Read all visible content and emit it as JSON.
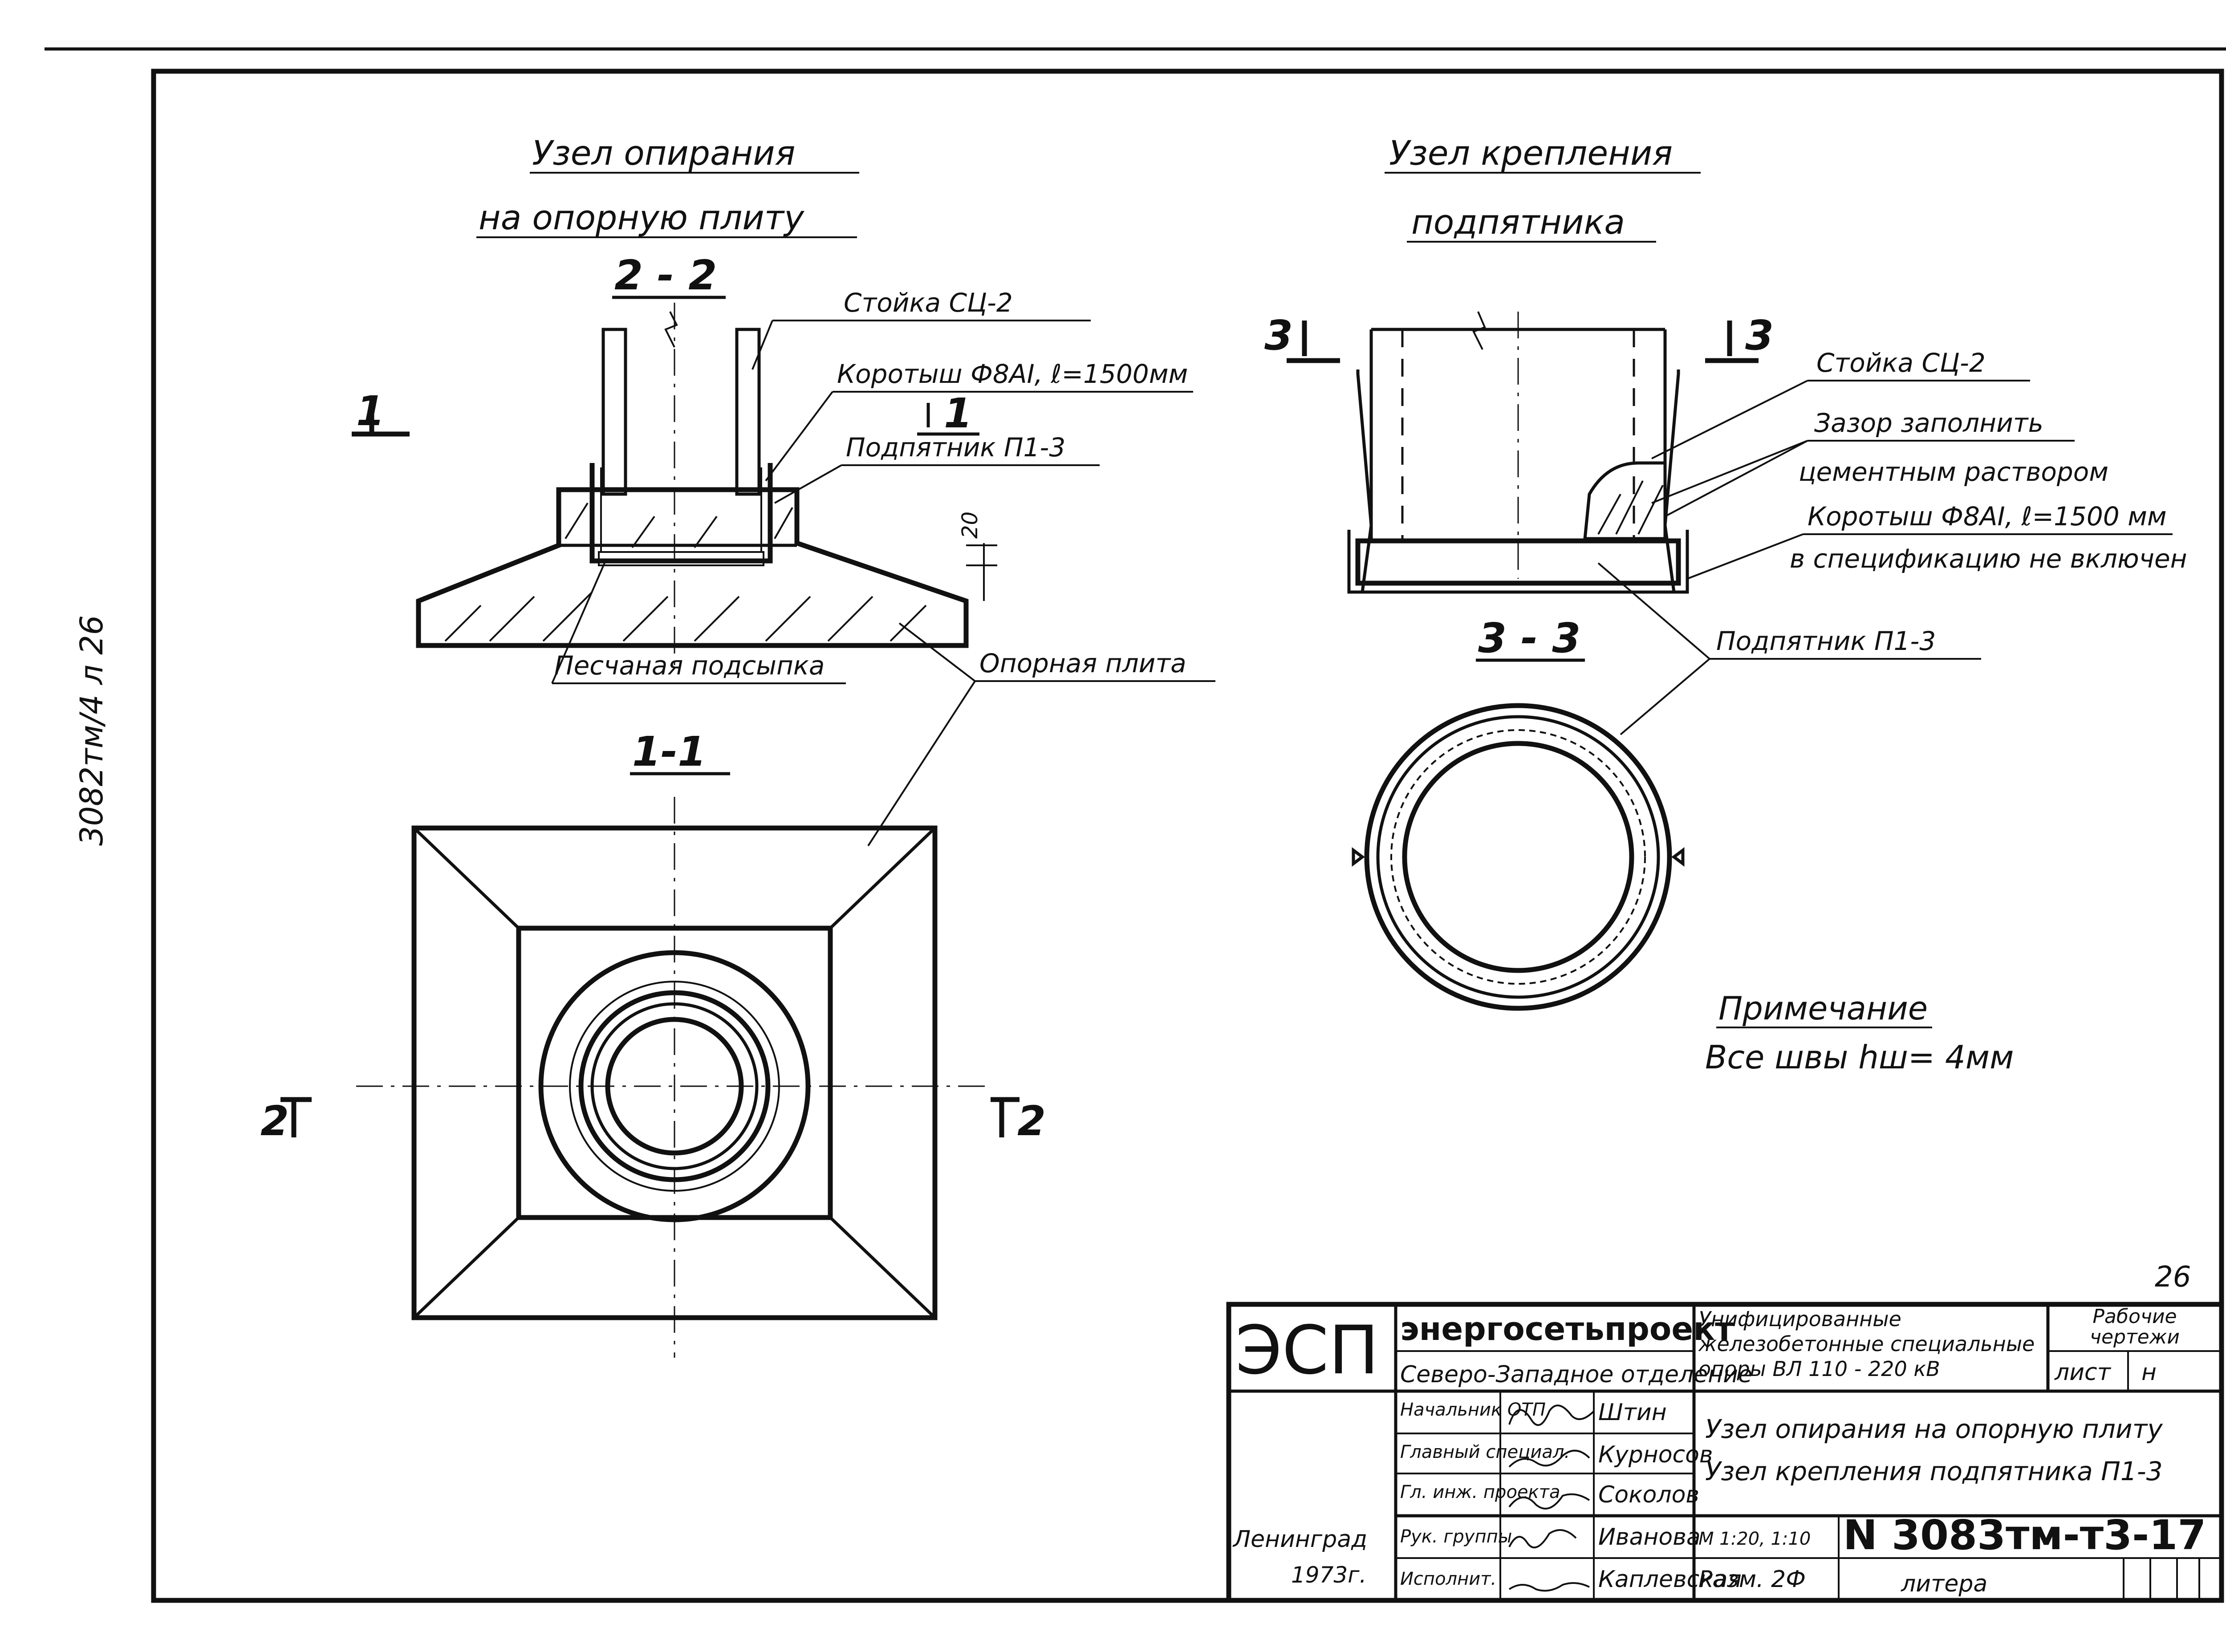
{
  "margin_note": "3082тм/4 л 26",
  "left_view": {
    "title_line1": "Узел опирания",
    "title_line2": "на опорную плиту",
    "section_label": "2 - 2",
    "callouts": {
      "stoyka": "Стойка СЦ-2",
      "korotysh": "Коротыш Ф8AI, ℓ=1500мм",
      "podpyatnik": "Подпятник П1-3",
      "pesok": "Песчаная подсыпка",
      "plita": "Опорная плита"
    },
    "cut_marker_left": "1",
    "cut_marker_center": "1",
    "dimension": "20",
    "plan_label": "1-1",
    "plan_cut_left": "2",
    "plan_cut_right": "2"
  },
  "right_view": {
    "title_line1": "Узел крепления",
    "title_line2": "подпятника",
    "cut_left": "3",
    "cut_right": "3",
    "callouts": {
      "stoyka": "Стойка СЦ-2",
      "zazor_line1": "Зазор заполнить",
      "zazor_line2": "цементным раствором",
      "korotysh": "Коротыш Ф8AI, ℓ=1500 мм",
      "spec": "в спецификацию не включен",
      "podpyatnik": "Подпятник П1-3"
    },
    "section_label": "3 - 3"
  },
  "note": {
    "title": "Примечание",
    "text": "Все швы hш= 4мм"
  },
  "page_number": "26",
  "title_block": {
    "logo": "ЭСП",
    "org_name": "энергосетьпроект",
    "org_branch": "Северо-Западное отделение",
    "project_title": "Унифицированные железобетонные специальные опоры ВЛ 110 - 220 кВ",
    "stage": "Рабочие чертежи",
    "sheet_label": "лист",
    "sheet_value": "н",
    "roles": [
      {
        "role": "Начальник ОТП",
        "name": "Штин"
      },
      {
        "role": "Главный специал.",
        "name": "Курносов"
      },
      {
        "role": "Гл. инж. проекта",
        "name": "Соколов"
      },
      {
        "role": "Рук. группы",
        "name": "Иванова"
      },
      {
        "role": "Исполнит.",
        "name": "Каплевская"
      }
    ],
    "drawing_title_line1": "Узел опирания на опорную плиту",
    "drawing_title_line2": "Узел крепления подпятника П1-3",
    "city": "Ленинград",
    "year": "1973г.",
    "scale": "М 1:20, 1:10",
    "size": "Разм. 2Ф",
    "drawing_number": "N 3083тм-т3-17",
    "litera": "литера"
  }
}
